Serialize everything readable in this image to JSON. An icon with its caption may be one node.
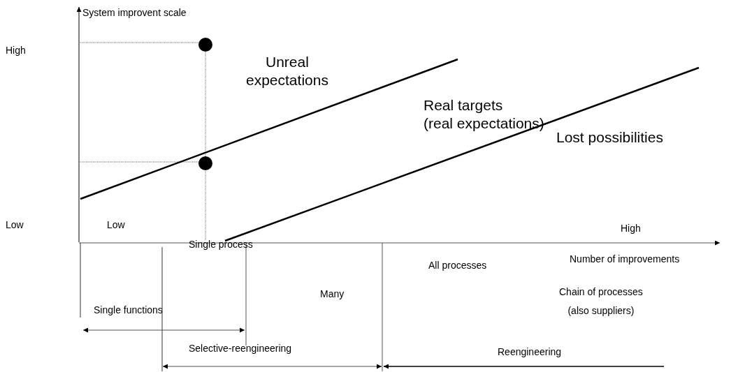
{
  "diagram": {
    "labels": [
      "System improvent scale",
      "High",
      "Unreal expectations",
      "Real targets (real expectations)",
      "Lost possibilities",
      "Low",
      "Low",
      "High",
      "Single process",
      "All processes",
      "Number of improvements",
      "Many",
      "Chain of processes (also suppliers)",
      "Single functions",
      "Selective-reengineering",
      "Reengineering"
    ]
  }
}
